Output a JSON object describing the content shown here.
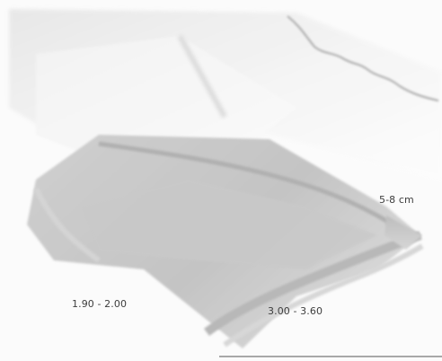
{
  "labels": {
    "depth": "5-8 cm",
    "width": "1.90 - 2.00",
    "length": "3.00 - 3.60"
  }
}
